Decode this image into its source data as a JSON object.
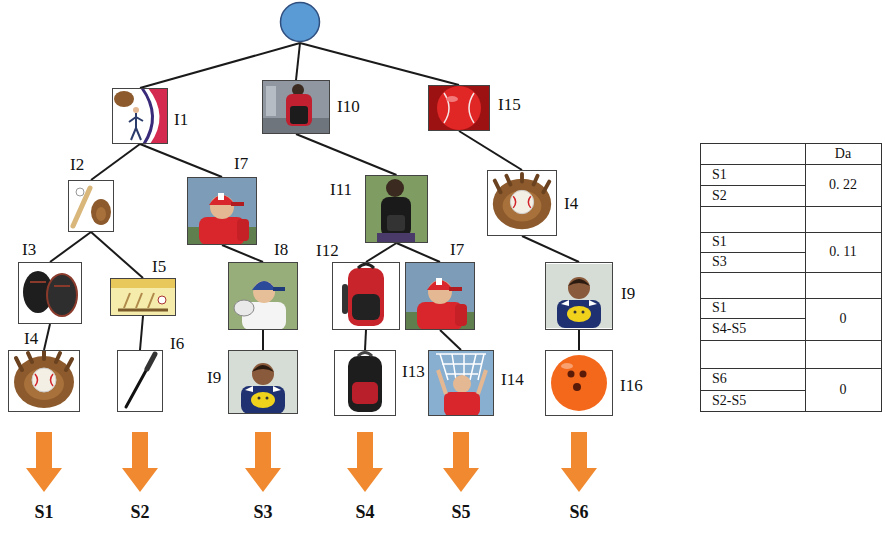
{
  "diagram": {
    "nodes": [
      {
        "text": []
      },
      {
        "text": [
          "I1"
        ]
      },
      {
        "text": [
          "I2"
        ]
      },
      {
        "text": [
          "I3"
        ]
      },
      {
        "text": [
          "I4"
        ]
      },
      {
        "text": [
          "I5"
        ]
      },
      {
        "text": [
          "I6"
        ]
      },
      {
        "text": [
          "I7"
        ]
      },
      {
        "text": [
          "I8"
        ]
      },
      {
        "text": [
          "I9"
        ]
      },
      {
        "text": [
          "I10"
        ]
      },
      {
        "text": [
          "I11"
        ]
      },
      {
        "text": [
          "I12"
        ]
      },
      {
        "text": [
          "I13"
        ]
      },
      {
        "text": [
          "I7"
        ]
      },
      {
        "text": [
          "I14"
        ]
      },
      {
        "text": [
          "I15"
        ]
      },
      {
        "text": [
          "I4"
        ]
      },
      {
        "text": [
          "I9"
        ]
      },
      {
        "text": [
          "I16"
        ]
      }
    ],
    "edges": [
      {
        "from": 0,
        "to": 1,
        "arrow": "none"
      },
      {
        "from": 0,
        "to": 10,
        "arrow": "none"
      },
      {
        "from": 0,
        "to": 16,
        "arrow": "none"
      },
      {
        "from": 1,
        "to": 2,
        "arrow": "none"
      },
      {
        "from": 1,
        "to": 7,
        "arrow": "none"
      },
      {
        "from": 2,
        "to": 3,
        "arrow": "none"
      },
      {
        "from": 2,
        "to": 5,
        "arrow": "none"
      },
      {
        "from": 3,
        "to": 4,
        "arrow": "none"
      },
      {
        "from": 5,
        "to": 6,
        "arrow": "none"
      },
      {
        "from": 7,
        "to": 8,
        "arrow": "none"
      },
      {
        "from": 8,
        "to": 9,
        "arrow": "none"
      },
      {
        "from": 10,
        "to": 11,
        "arrow": "none"
      },
      {
        "from": 11,
        "to": 12,
        "arrow": "none"
      },
      {
        "from": 11,
        "to": 14,
        "arrow": "none"
      },
      {
        "from": 12,
        "to": 13,
        "arrow": "none"
      },
      {
        "from": 14,
        "to": 15,
        "arrow": "none"
      },
      {
        "from": 16,
        "to": 17,
        "arrow": "none"
      },
      {
        "from": 17,
        "to": 18,
        "arrow": "none"
      },
      {
        "from": 18,
        "to": 19,
        "arrow": "none"
      }
    ],
    "labels": [
      "S1",
      "S2",
      "S3",
      "S4",
      "S5",
      "S6",
      "Da",
      "S1",
      "S2",
      "0. 22",
      "S1",
      "S3",
      "0. 11",
      "S1",
      "S4-S5",
      "0",
      "S6",
      "S2-S5",
      "0"
    ]
  }
}
